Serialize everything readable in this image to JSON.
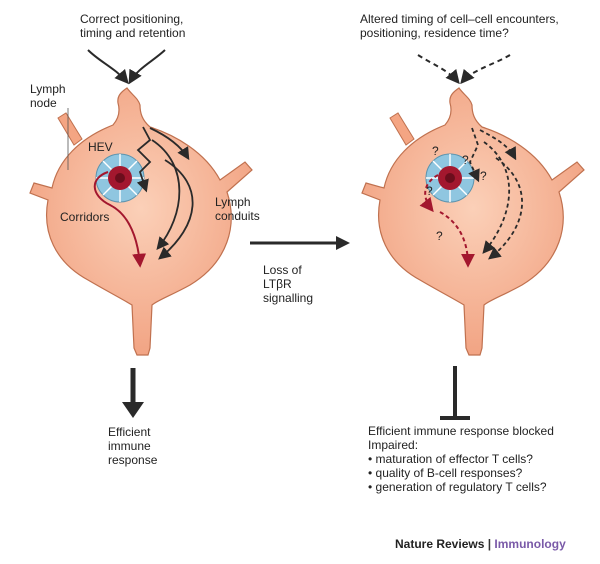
{
  "left": {
    "title_line1": "Correct positioning,",
    "title_line2": "timing and retention",
    "lymph_node_line1": "Lymph",
    "lymph_node_line2": "node",
    "hev": "HEV",
    "corridors": "Corridors",
    "lymph_conduits_line1": "Lymph",
    "lymph_conduits_line2": "conduits",
    "outcome_line1": "Efficient",
    "outcome_line2": "immune",
    "outcome_line3": "response"
  },
  "middle": {
    "line1": "Loss of",
    "line2": "LTβR",
    "line3": "signalling"
  },
  "right": {
    "title_line1": "Altered timing of cell–cell encounters,",
    "title_line2": "positioning, residence time?",
    "question_mark": "?",
    "blocked": "Efficient immune response blocked",
    "impaired": "Impaired:",
    "bullets": [
      "• maturation of effector T cells?",
      "• quality of B-cell responses?",
      "• generation of regulatory T cells?"
    ]
  },
  "credit": {
    "publisher": "Nature Reviews",
    "separator": "|",
    "journal": "Immunology"
  },
  "colors": {
    "node_fill": "#f4a583",
    "node_stroke": "#c0714f",
    "hev_ring": "#8fc6e0",
    "hev_center": "#a3172e",
    "red_arrow": "#a3172e",
    "dark_arrow": "#2a2a2a",
    "journal": "#7a5aa8"
  }
}
